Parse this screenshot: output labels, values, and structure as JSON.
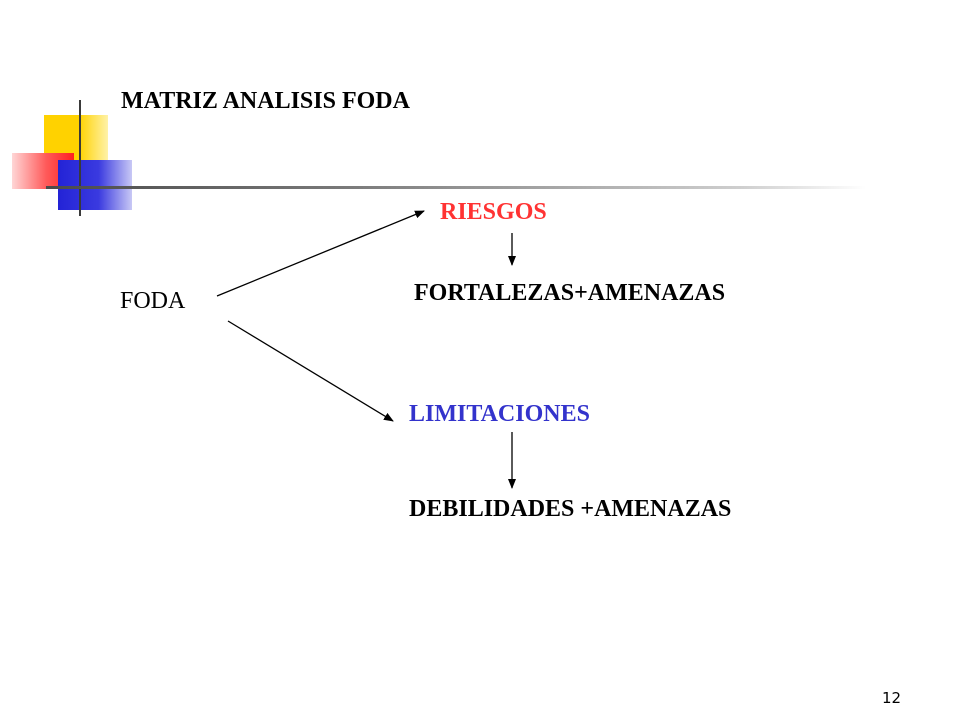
{
  "title": "MATRIZ ANALISIS FODA",
  "root_label": "FODA",
  "branches": {
    "top": {
      "label": "RIESGOS",
      "color": "#ff3333",
      "result": "FORTALEZAS+AMENAZAS"
    },
    "bottom": {
      "label": "LIMITACIONES",
      "color": "#3333cc",
      "result": "DEBILIDADES +AMENAZAS"
    }
  },
  "page_number": "12",
  "colors": {
    "accent_yellow": "#ffd200",
    "accent_red": "#ff3333",
    "accent_blue": "#2323d6"
  }
}
